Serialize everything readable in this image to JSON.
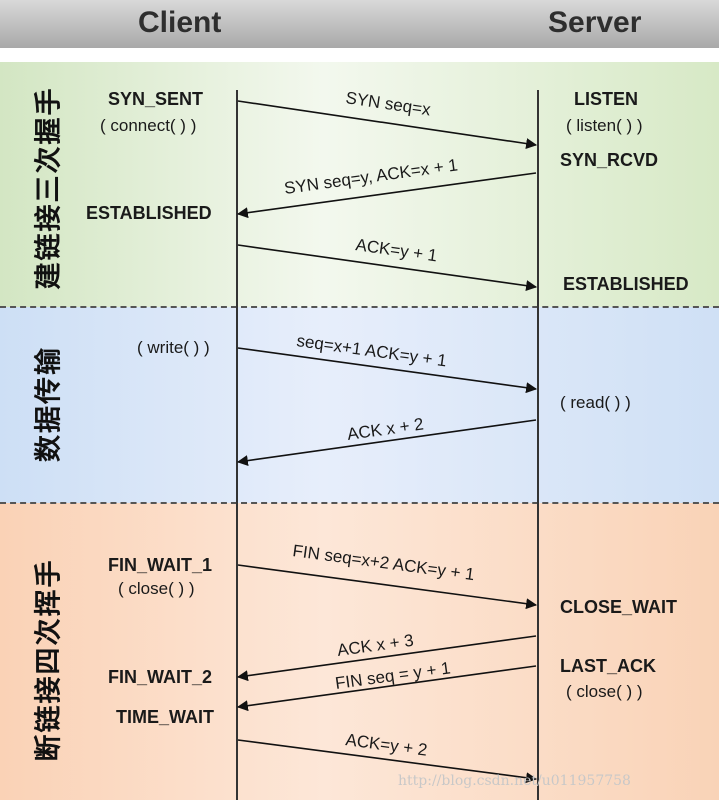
{
  "header": {
    "client": "Client",
    "server": "Server"
  },
  "sections": {
    "handshake": "建链接三次握手",
    "data_transfer": "数据传输",
    "teardown": "断链接四次挥手"
  },
  "client_states": {
    "syn_sent": "SYN_SENT",
    "connect": "( connect( ) )",
    "established": "ESTABLISHED",
    "write": "( write( ) )",
    "fin_wait_1": "FIN_WAIT_1",
    "close": "( close( ) )",
    "fin_wait_2": "FIN_WAIT_2",
    "time_wait": "TIME_WAIT"
  },
  "server_states": {
    "listen": "LISTEN",
    "listen_call": "( listen( ) )",
    "syn_rcvd": "SYN_RCVD",
    "established": "ESTABLISHED",
    "read": "( read( ) )",
    "close_wait": "CLOSE_WAIT",
    "last_ack": "LAST_ACK",
    "close": "( close( ) )"
  },
  "messages": {
    "syn": "SYN seq=x",
    "syn_ack": "SYN seq=y, ACK=x + 1",
    "ack1": "ACK=y + 1",
    "data": "seq=x+1 ACK=y + 1",
    "data_ack": "ACK x + 2",
    "fin1": "FIN seq=x+2 ACK=y + 1",
    "ack_fin1": "ACK x + 3",
    "fin2": "FIN seq = y + 1",
    "ack_fin2": "ACK=y + 2"
  },
  "watermark": "http://blog.csdn.net/u011957758"
}
